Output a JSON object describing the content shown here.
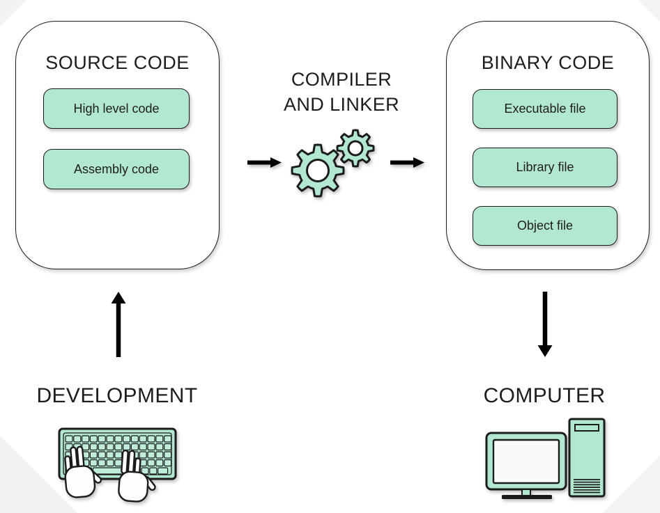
{
  "colors": {
    "mint": "#b2e7d0",
    "outline": "#1b1b1b",
    "text": "#1d1d1b",
    "screen": "#fafafa",
    "arrow": "#000000"
  },
  "source_box": {
    "title": "SOURCE CODE",
    "items": [
      "High level code",
      "Assembly code"
    ]
  },
  "compiler": {
    "line1": "COMPILER",
    "line2": "AND LINKER"
  },
  "binary_box": {
    "title": "BINARY CODE",
    "items": [
      "Executable file",
      "Library file",
      "Object file"
    ]
  },
  "development_label": "DEVELOPMENT",
  "computer_label": "COMPUTER",
  "icons": {
    "gears": "gears-icon",
    "arrow_input": "arrow-right-icon",
    "arrow_output": "arrow-right-icon",
    "arrow_development": "arrow-up-icon",
    "arrow_computer": "arrow-down-icon",
    "development": "keyboard-typing-hands-icon",
    "computer": "desktop-computer-icon"
  }
}
